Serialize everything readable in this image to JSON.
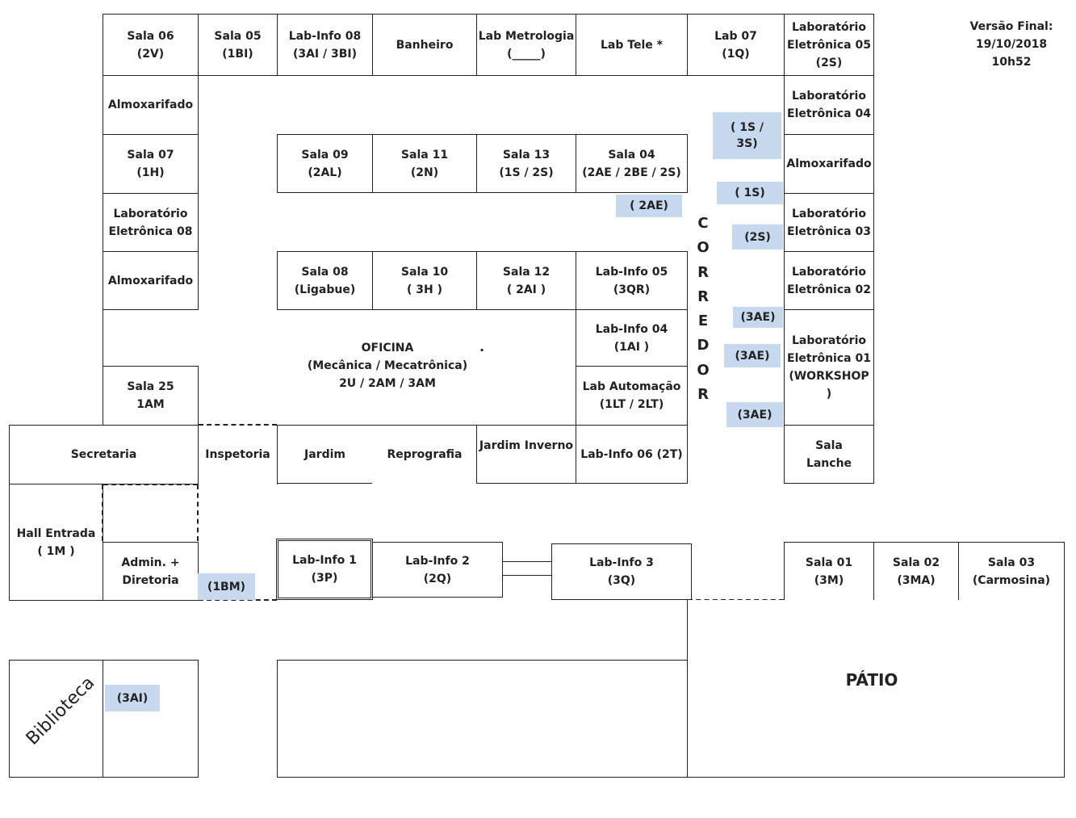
{
  "version": {
    "line1": "Versão Final:",
    "line2": "19/10/2018",
    "line3": "10h52"
  },
  "corridor_letters": [
    "C",
    "O",
    "R",
    "R",
    "E",
    "D",
    "O",
    "R"
  ],
  "patio_label": "PÁTIO",
  "library_label": "Biblioteca",
  "oficina_dot": ".",
  "rooms": {
    "sala06": "Sala 06\n(2V)",
    "sala05": "Sala 05\n(1BI)",
    "labinfo08": "Lab-Info 08\n(3AI / 3BI)",
    "banheiro": "Banheiro",
    "labmetrologia": "Lab Metrologia\n(_____)",
    "labtele": "Lab Tele  *",
    "lab07": "Lab 07\n(1Q)",
    "labele05": "Laboratório\nEletrônica 05\n(2S)",
    "almox1": "Almoxarifado",
    "labele04": "Laboratório\nEletrônica 04",
    "sala07": "Sala 07\n(1H)",
    "sala09": "Sala 09\n(2AL)",
    "sala11": "Sala 11\n(2N)",
    "sala13": "Sala 13\n(1S / 2S)",
    "sala04": "Sala 04\n(2AE / 2BE / 2S)",
    "almox_right": "Almoxarifado",
    "labele08": "Laboratório\nEletrônica 08",
    "labele03": "Laboratório\nEletrônica 03",
    "almox2": "Almoxarifado",
    "sala08": "Sala 08\n(Ligabue)",
    "sala10": "Sala 10\n( 3H  )",
    "sala12": "Sala 12\n( 2AI )",
    "labinfo05": "Lab-Info 05\n(3QR)",
    "labele02": "Laboratório\nEletrônica 02",
    "oficina": "OFICINA\n(Mecânica / Mecatrônica)\n2U / 2AM / 3AM",
    "labinfo04": "Lab-Info 04\n(1AI  )",
    "labele01": "Laboratório\nEletrônica 01\n(WORKSHOP )",
    "sala25": "Sala 25\n1AM",
    "labautomacao": "Lab Automação\n(1LT / 2LT)",
    "secretaria": "Secretaria",
    "inspetoria": "Inspetoria",
    "jardim": "Jardim",
    "reprografia": "Reprografia",
    "jardiminverno": "Jardim Inverno",
    "labinfo06": "Lab-Info 06  (2T)",
    "salalanche": "Sala\nLanche",
    "hall": "Hall Entrada\n(  1M    )",
    "admin": "Admin. +\nDiretoria",
    "labinfo1": "Lab-Info 1\n(3P)",
    "labinfo2": "Lab-Info 2\n(2Q)",
    "labinfo3": "Lab-Info 3\n(3Q)",
    "sala01": "Sala 01\n(3M)",
    "sala02": "Sala 02\n(3MA)",
    "sala03": "Sala 03\n(Carmosina)"
  },
  "tags": {
    "t1s3s": "( 1S /\n3S)",
    "t1s": "( 1S)",
    "t2ae": "( 2AE)",
    "t2s": "(2S)",
    "t3ae_a": "(3AE)",
    "t3ae_b": "(3AE)",
    "t3ae_c": "(3AE)",
    "t1bm": "(1BM)",
    "t3ai": "(3AI)"
  },
  "colors": {
    "tag_fill": "#c7d9ef",
    "line": "#222222"
  }
}
